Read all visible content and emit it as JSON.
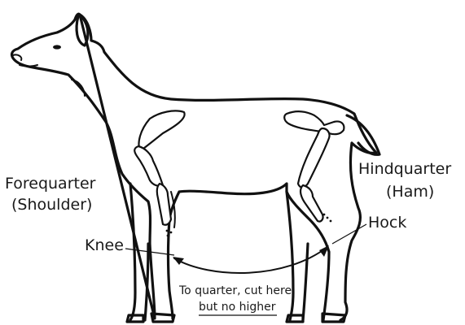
{
  "labels": {
    "forequarter": "Forequarter",
    "shoulder": "(Shoulder)",
    "hindquarter": "Hindquarter",
    "ham": "(Ham)",
    "knee": "Knee",
    "hock": "Hock",
    "cut_line1": "To quarter, cut here",
    "cut_line2": "but no higher"
  },
  "colors": {
    "ink": "#111111",
    "background": "#ffffff"
  }
}
